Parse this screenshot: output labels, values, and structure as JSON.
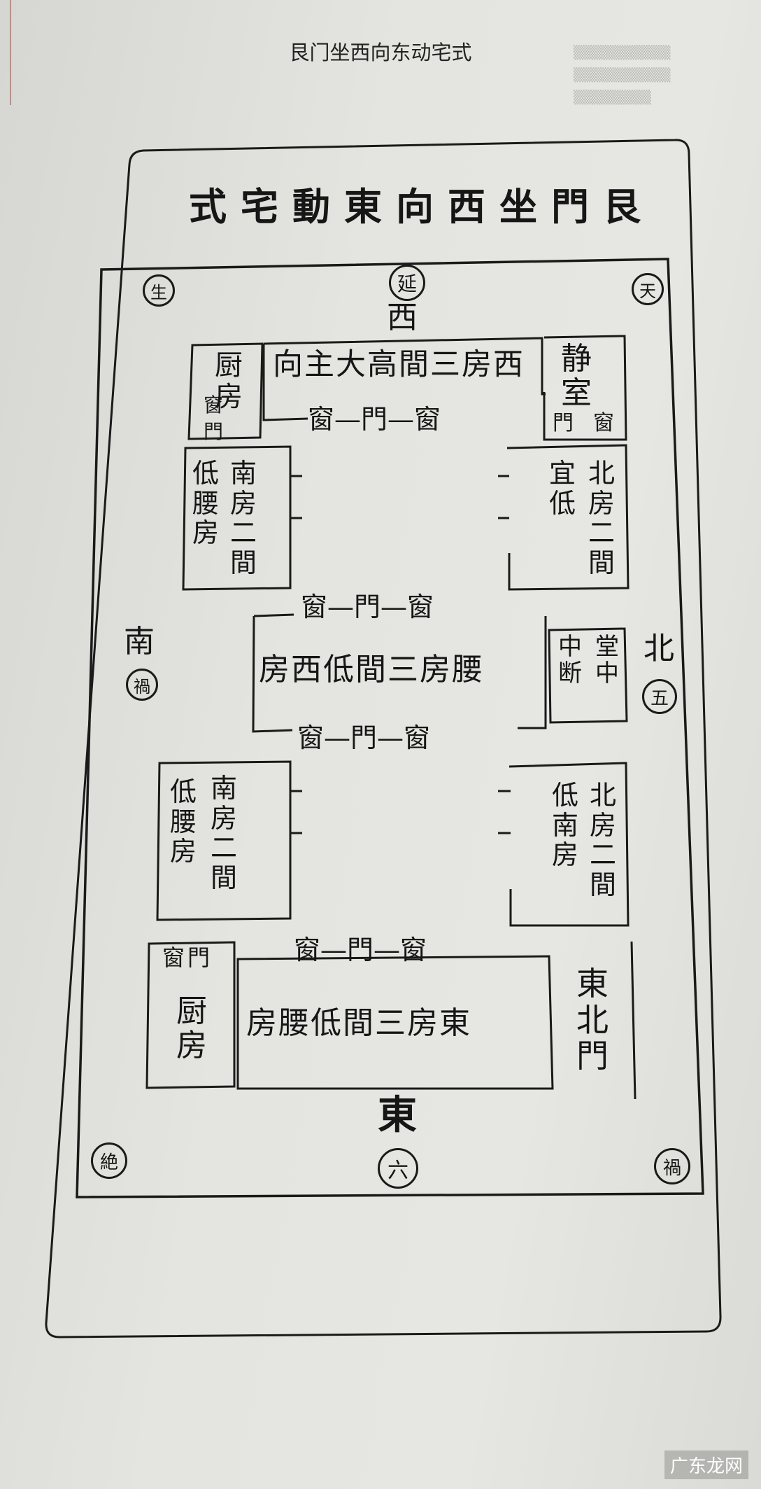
{
  "caption": "艮门坐西向东动宅式",
  "title": "式宅動東向西坐門艮",
  "directions": {
    "west": "西",
    "south": "南",
    "north": "北",
    "east": "東"
  },
  "stars": {
    "sheng": "生",
    "yan": "延",
    "tian": "天",
    "huo_south": "禍",
    "wu": "五",
    "jue": "絶",
    "liu": "六",
    "huo_corner": "禍"
  },
  "rooms": {
    "west_main": "向主大高間三房西",
    "kitchen_nw": "厨房",
    "nw_win_door": "窗門",
    "jingshi": "静室",
    "jingshi_door": "門",
    "jingshi_win": "窗",
    "south1_a": "南房二間",
    "south1_b": "低腰房",
    "north1_a": "北房二間",
    "north1_b": "宜低",
    "middle_hall": "房西低間三房腰",
    "zhongduan_a": "中断",
    "zhongduan_b": "堂中",
    "south2_a": "南房二間",
    "south2_b": "低腰房",
    "north2_a": "北房二間",
    "north2_b": "低南房",
    "kitchen_se": "厨房",
    "se_win_door": "窗門",
    "east_hall": "房腰低間三房東",
    "east_north_door": "東北門"
  },
  "openings": {
    "win": "窗",
    "door": "門",
    "dash": "—"
  },
  "watermark": "广东龙网"
}
